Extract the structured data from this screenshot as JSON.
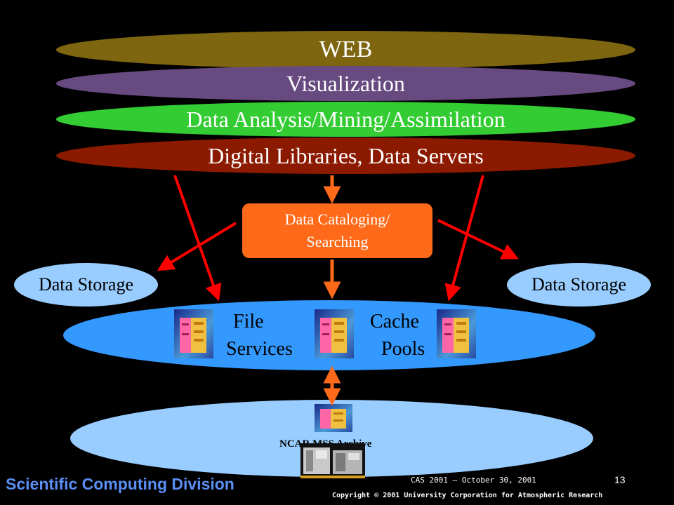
{
  "layers": {
    "web": "WEB",
    "visualization": "Visualization",
    "analysis": "Data Analysis/Mining/Assimilation",
    "libraries": "Digital Libraries, Data Servers"
  },
  "catalog": {
    "line1": "Data Cataloging/",
    "line2": "Searching"
  },
  "storage": {
    "left": "Data Storage",
    "right": "Data Storage"
  },
  "services": {
    "file": "File",
    "services": "Services",
    "cache": "Cache",
    "pools": "Pools"
  },
  "archive": {
    "label": "NCAR MSS Archive"
  },
  "footer": {
    "division": "Scientific Computing Division",
    "conference": "CAS 2001 – October 30, 2001",
    "page_number": "13",
    "copyright": "Copyright © 2001 University Corporation for Atmospheric Research"
  },
  "colors": {
    "web": "#7e6510",
    "visualization": "#674a80",
    "analysis": "#33cc33",
    "libraries": "#8b1a00",
    "catalog": "#ff6a1a",
    "storage": "#99ccff",
    "services": "#3399ff",
    "arrow_red": "#ff0000",
    "arrow_orange": "#ff6a1a",
    "division_text": "#5b8ff5"
  },
  "icons": [
    "server-rack-icon",
    "tape-library-icon"
  ]
}
